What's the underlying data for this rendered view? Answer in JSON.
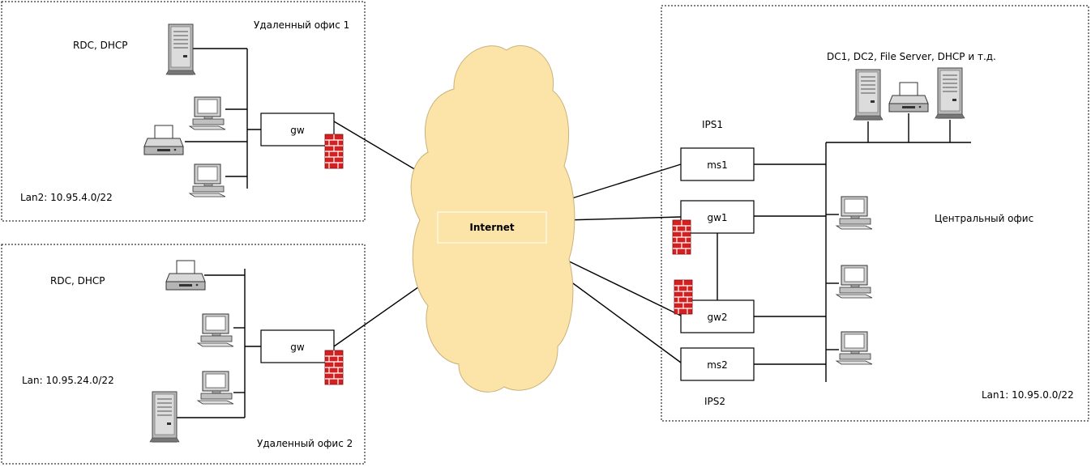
{
  "diagram": {
    "remote_office_1": {
      "title": "Удаленный офис 1",
      "services": "RDC, DHCP",
      "lan": "Lan2: 10.95.4.0/22",
      "gateway": "gw"
    },
    "remote_office_2": {
      "title": "Удаленный офис 2",
      "services": "RDC, DHCP",
      "lan": "Lan: 10.95.24.0/22",
      "gateway": "gw"
    },
    "internet": {
      "label": "Internet",
      "fill_color": "#FCE4A8"
    },
    "central_office": {
      "title": "Центральный офис",
      "servers": "DC1, DC2, File Server, DHCP и т.д.",
      "lan": "Lan1: 10.95.0.0/22",
      "ips1": "IPS1",
      "ips2": "IPS2",
      "ms1": "ms1",
      "gw1": "gw1",
      "gw2": "gw2",
      "ms2": "ms2"
    },
    "icons": [
      "server-icon",
      "workstation-icon",
      "printer-icon",
      "firewall-icon"
    ],
    "colors": {
      "firewall": "#D32020",
      "cloud_outline": "#C9B27A"
    }
  }
}
